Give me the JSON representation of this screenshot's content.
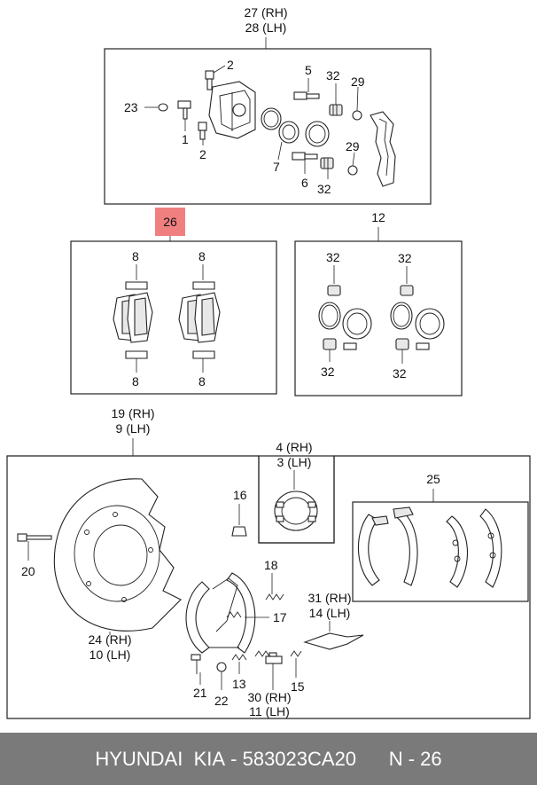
{
  "callouts": {
    "c27": "27 (RH)",
    "c28": "28 (LH)",
    "c2a": "2",
    "c2b": "2",
    "c23": "23",
    "c1": "1",
    "c5": "5",
    "c32a": "32",
    "c29a": "29",
    "c29b": "29",
    "c7": "7",
    "c6": "6",
    "c32b": "32",
    "c26": "26",
    "c12": "12",
    "c8a": "8",
    "c8b": "8",
    "c8c": "8",
    "c8d": "8",
    "c32c": "32",
    "c32d": "32",
    "c32e": "32",
    "c32f": "32",
    "c19": "19 (RH)",
    "c9": "9 (LH)",
    "c4": "4 (RH)",
    "c3": "3 (LH)",
    "c16": "16",
    "c25": "25",
    "c20": "20",
    "c18": "18",
    "c17": "17",
    "c31": "31 (RH)",
    "c14": "14 (LH)",
    "c24": "24 (RH)",
    "c10": "10 (LH)",
    "c21": "21",
    "c22": "22",
    "c13": "13",
    "c30": "30 (RH)",
    "c11": "11 (LH)",
    "c15": "15"
  },
  "highlight_color": "#f08080",
  "footer": {
    "brand": "HYUNDAI  KIA",
    "separator": " - ",
    "part_number": "583023CA20",
    "ref": "N - 26"
  }
}
